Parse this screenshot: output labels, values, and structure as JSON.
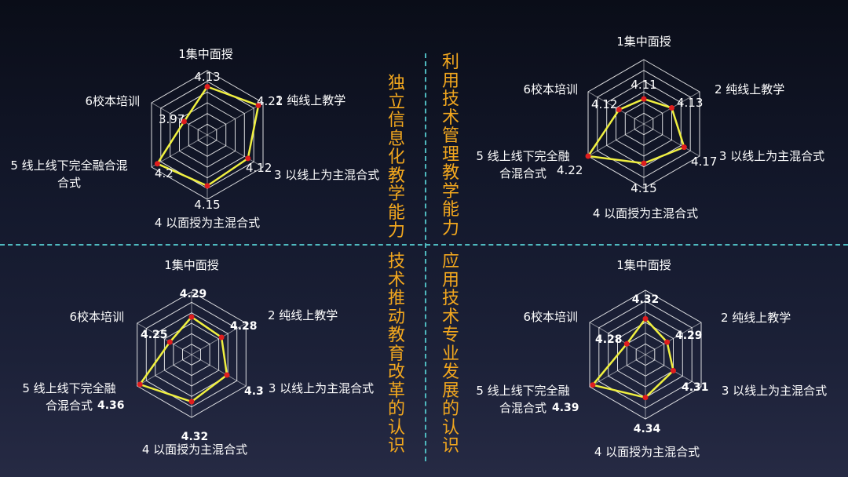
{
  "colors": {
    "web": "#ffffff",
    "line": "#f0f040",
    "marker": "#e01e1e",
    "title": "#f2a71e",
    "divider": "#4fb9bf"
  },
  "chart_data": [
    {
      "type": "radar",
      "title": "独立信息化教学能力",
      "axes": [
        "1集中面授",
        "2 纯线上教学",
        "3 以线上为主混合式",
        "4 以面授为主混合式",
        "5 线上线下完全融合混合式",
        "6校本培训"
      ],
      "values": [
        4.13,
        4.21,
        4.12,
        4.15,
        4.2,
        3.97
      ],
      "value_labels": [
        "4.13",
        "4.21",
        "4.12",
        "4.15",
        "4.2",
        "3.97"
      ],
      "rmin": 3.77,
      "rmax": 4.25,
      "rings": 6
    },
    {
      "type": "radar",
      "title": "利用技术管理教学能力",
      "axes": [
        "1集中面授",
        "2 纯线上教学",
        "3 以线上为主混合式",
        "4 以面授为主混合式",
        "5 线上线下完全融合混合式",
        "6校本培训"
      ],
      "values": [
        4.11,
        4.13,
        4.17,
        4.15,
        4.22,
        4.12
      ],
      "value_labels": [
        "4.11",
        "4.13",
        "4.17",
        "4.15",
        "4.22",
        "4.12"
      ],
      "rmin": 4.04,
      "rmax": 4.22,
      "rings": 6
    },
    {
      "type": "radar",
      "title": "技术推动教育改革的认识",
      "axes": [
        "1集中面授",
        "2 纯线上教学",
        "3 以线上为主混合式",
        "4 以面授为主混合式",
        "5 线上线下完全融合混合式",
        "6校本培训"
      ],
      "values": [
        4.29,
        4.28,
        4.3,
        4.32,
        4.36,
        4.25
      ],
      "value_labels": [
        "4.29",
        "4.28",
        "4.3",
        "4.32",
        "4.36",
        "4.25"
      ],
      "rmin": 4.17,
      "rmax": 4.37,
      "rings": 6
    },
    {
      "type": "radar",
      "title": "应用技术专业发展的认识",
      "axes": [
        "1集中面授",
        "2 纯线上教学",
        "3 以线上为主混合式",
        "4 以面授为主混合式",
        "5 线上线下完全融合混合式",
        "6校本培训"
      ],
      "values": [
        4.32,
        4.29,
        4.31,
        4.34,
        4.39,
        4.28
      ],
      "value_labels": [
        "4.32",
        "4.29",
        "4.31",
        "4.34",
        "4.39",
        "4.28"
      ],
      "rmin": 4.22,
      "rmax": 4.4,
      "rings": 6
    }
  ]
}
